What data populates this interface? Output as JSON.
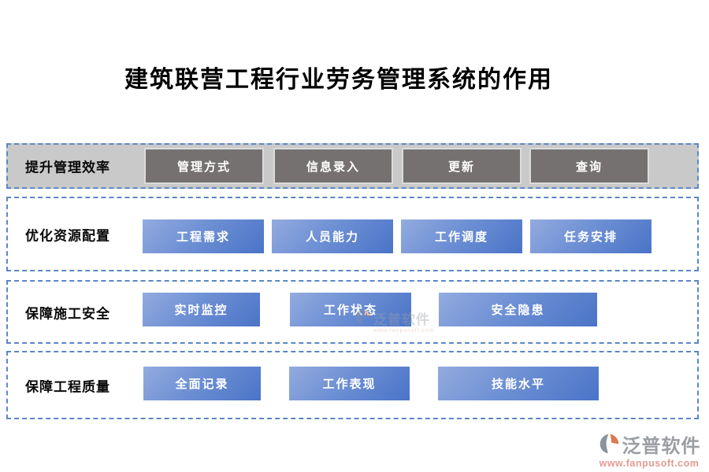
{
  "page": {
    "title": "建筑联营工程行业劳务管理系统的作用"
  },
  "rows": [
    {
      "label": "提升管理效率",
      "style": "gray",
      "buttons": [
        {
          "label": "管理方式"
        },
        {
          "label": "信息录入"
        },
        {
          "label": "更新"
        },
        {
          "label": "查询"
        }
      ]
    },
    {
      "label": "优化资源配置",
      "style": "blue",
      "buttons": [
        {
          "label": "工程需求"
        },
        {
          "label": "人员能力"
        },
        {
          "label": "工作调度"
        },
        {
          "label": "任务安排"
        }
      ]
    },
    {
      "label": "保障施工安全",
      "style": "blue",
      "buttons": [
        {
          "label": "实时监控"
        },
        {
          "label": "工作状态"
        },
        {
          "label": "安全隐患"
        }
      ]
    },
    {
      "label": "保障工程质量",
      "style": "blue",
      "buttons": [
        {
          "label": "全面记录"
        },
        {
          "label": "工作表现"
        },
        {
          "label": "技能水平"
        }
      ]
    }
  ],
  "watermark": {
    "text": "泛普软件",
    "caption": "www.fanpusoft.com"
  },
  "footer": {
    "brand": "泛普软件",
    "url": "www.fanpusoft.com"
  },
  "colors": {
    "dashed_border": "#5b87c5",
    "row1_background": "#c9c9c9",
    "gray_button": "#767171",
    "gray_button_border": "#dcdcdc",
    "blue_button_light": "#93abdf",
    "blue_button_dark": "#4a74c8",
    "logo_text_gray": "#9b9ea3",
    "logo_url_salmon": "#e39b93",
    "logo_icon_orange": "#d97a50",
    "logo_icon_gray": "#8d939c"
  },
  "icons": {
    "fanpu_logo_icon": "fanpu-swirl-icon"
  }
}
